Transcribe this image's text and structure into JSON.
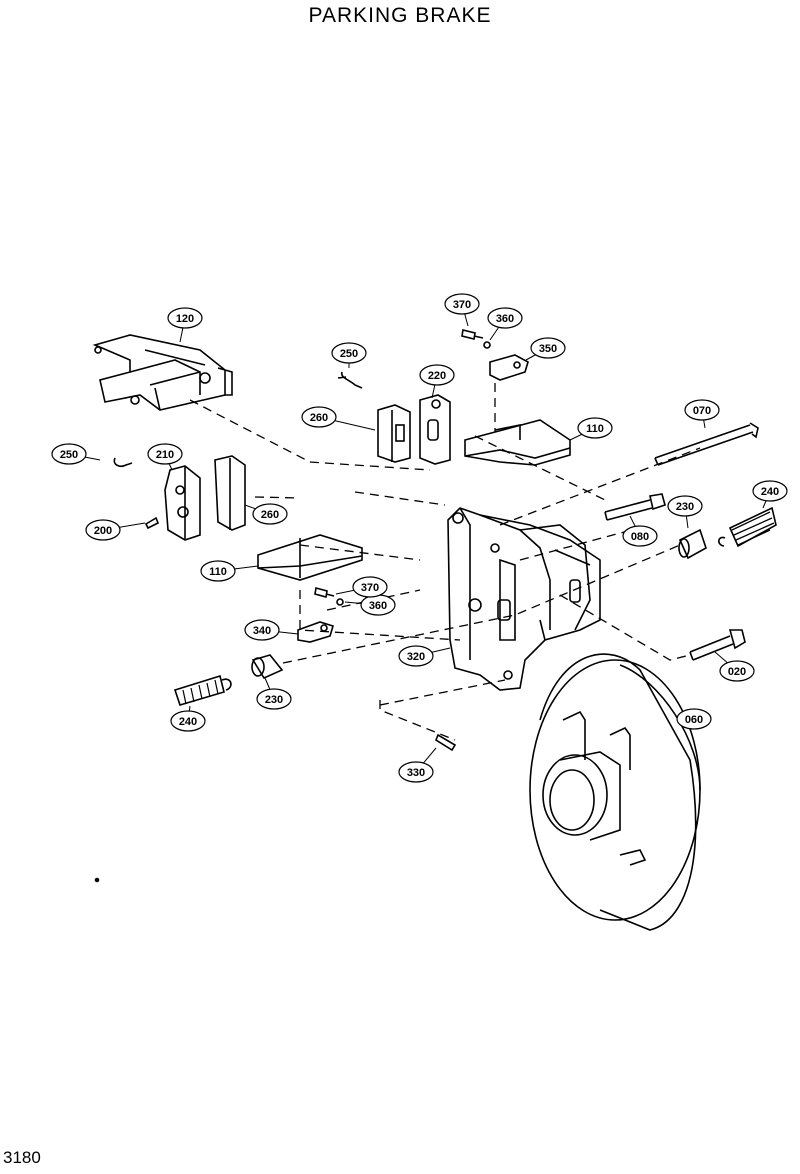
{
  "title": "PARKING  BRAKE",
  "page_number": "3180",
  "parts": [
    "020",
    "060",
    "070",
    "080",
    "110",
    "110",
    "120",
    "200",
    "210",
    "220",
    "230",
    "230",
    "240",
    "240",
    "250",
    "250",
    "260",
    "260",
    "320",
    "330",
    "340",
    "350",
    "360",
    "360",
    "370",
    "370"
  ]
}
